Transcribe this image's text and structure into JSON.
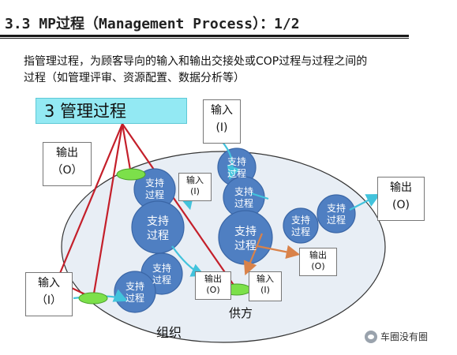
{
  "header": {
    "title": "3.3 MP过程（Management Process）：1/2"
  },
  "intro": {
    "line1": "指管理过程，为顾客导向的输入和输出交接处或COP过程与过程之间的",
    "line2": "过程（如管理评审、资源配置、数据分析等）"
  },
  "diagram": {
    "management_label": "3  管理过程",
    "org_label": "组织",
    "supplier_label": "供方",
    "input_word": "输入",
    "input_mark": "（I）",
    "output_word": "输出",
    "output_mark": "（O）",
    "support_l1": "支持",
    "support_l2": "过程",
    "input_top_l2": "(I)",
    "input_mid_l2": "(I)",
    "output_mid_l2": "(O)",
    "output_right_l2": "(O)",
    "input_bottom_l2": "(I)",
    "output_bottom_l2": "(O)"
  },
  "watermark": {
    "text": "车圈没有圈"
  },
  "colors": {
    "ellipse_fill": "#e8eef5",
    "circle_fill": "#4f7fc2",
    "circle_stroke": "#3a66a6",
    "red_line": "#c41f2a",
    "arrow_cyan": "#42c3dc",
    "arrow_orange": "#d9824a",
    "green_node": "#7ce04a",
    "mgmt_box": "#93e9f3"
  }
}
